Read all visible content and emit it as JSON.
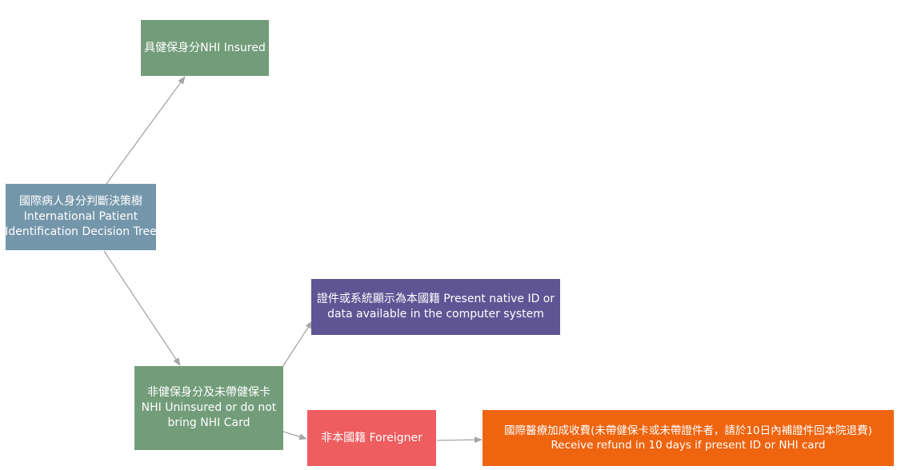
{
  "diagram": {
    "nodes": {
      "root": {
        "lines": [
          "國際病人身分判斷決策樹",
          "International Patient",
          "Identification Decision Tree"
        ],
        "color": "#7496aa"
      },
      "insured": {
        "lines": [
          "具健保身分NHI Insured"
        ],
        "color": "#739d7a"
      },
      "uninsured": {
        "lines": [
          "非健保身分及未帶健保卡",
          "NHI Uninsured or do not",
          "bring NHI Card"
        ],
        "color": "#739d7a"
      },
      "native": {
        "lines": [
          "證件或系統顯示為本國籍 Present native ID or",
          "data available in the computer system"
        ],
        "color": "#5f5594"
      },
      "foreigner": {
        "lines": [
          "非本國籍 Foreigner"
        ],
        "color": "#ee5d5f"
      },
      "fee": {
        "lines": [
          "國際醫療加成收費(未帶健保卡或未帶證件者，請於10日內補證件回本院退費)",
          "Receive refund in 10 days if present ID or NHI card"
        ],
        "color": "#ee640f"
      }
    },
    "edges": [
      {
        "from": "root",
        "to": "insured"
      },
      {
        "from": "root",
        "to": "uninsured"
      },
      {
        "from": "uninsured",
        "to": "native"
      },
      {
        "from": "uninsured",
        "to": "foreigner"
      },
      {
        "from": "foreigner",
        "to": "fee"
      }
    ],
    "edge_color": "#a6a6a6"
  }
}
